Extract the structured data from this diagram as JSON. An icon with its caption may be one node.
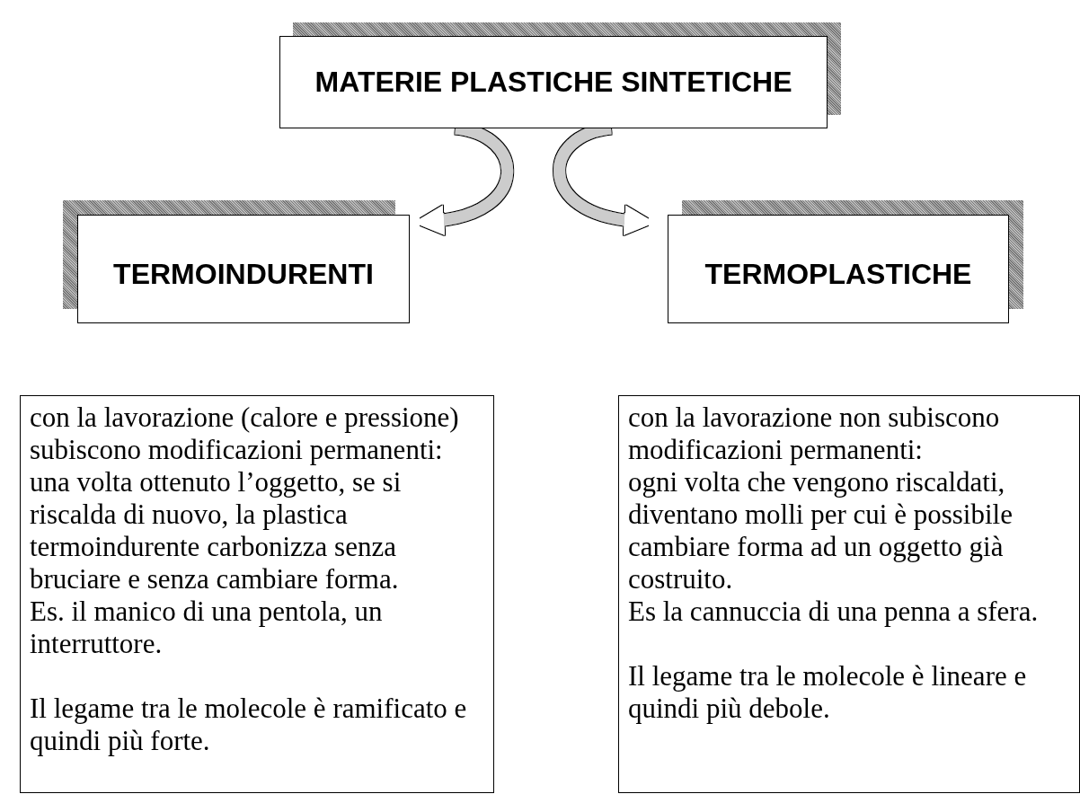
{
  "diagram": {
    "nodes": [
      {
        "text": [
          "MATERIE PLASTICHE SINTETICHE"
        ]
      },
      {
        "text": [
          "TERMOINDURENTI"
        ]
      },
      {
        "text": [
          "TERMOPLASTICHE"
        ]
      },
      {
        "text": [
          "con la lavorazione (calore e pressione) subiscono modificazioni permanenti:",
          "una volta ottenuto l’oggetto, se si riscalda di nuovo, la plastica termoindurente carbonizza senza bruciare e senza cambiare forma.",
          "Es. il manico di una pentola, un interruttore.",
          "Il legame tra le molecole è ramificato e quindi più forte."
        ]
      },
      {
        "text": [
          "con la lavorazione non subiscono modificazioni permanenti:",
          "ogni volta che vengono riscaldati, diventano molli per cui è possibile cambiare forma ad un oggetto già costruito.",
          "Es la cannuccia di una penna a sfera.",
          "Il legame tra le molecole è lineare e quindi più debole."
        ]
      }
    ],
    "edges": [
      {
        "from": 0,
        "to": 1,
        "arrow": "to"
      },
      {
        "from": 0,
        "to": 2,
        "arrow": "to"
      }
    ]
  }
}
